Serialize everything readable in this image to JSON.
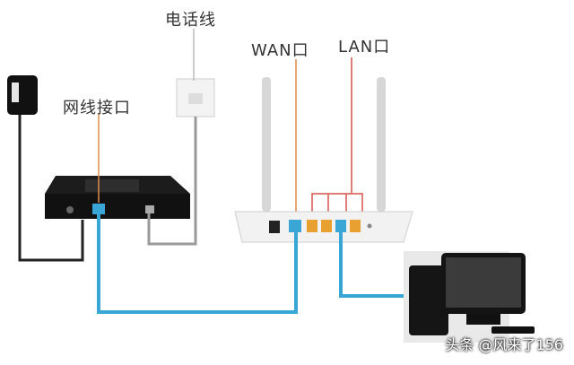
{
  "labels": {
    "phone_line": "电话线",
    "wan_port": "WAN口",
    "lan_port": "LAN口",
    "network_port": "网线接口"
  },
  "watermark": "头条 @风来了156",
  "colors": {
    "lan_cable": "#3aa6d6",
    "power_cable": "#222222",
    "phone_cable": "#9a9a9a",
    "wan_leader": "#e08a4a",
    "lan_leader": "#d9534f",
    "modem_body": "#1c1c1c",
    "router_body": "#f2f2f2"
  }
}
